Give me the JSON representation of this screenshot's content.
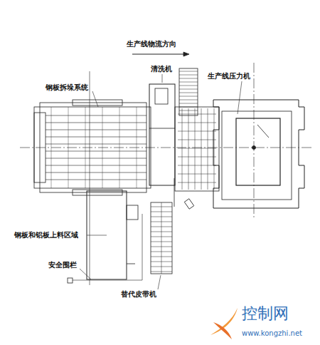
{
  "diagram": {
    "labels": [
      "生产线物流方向",
      "清洗机",
      "生产线压力机",
      "钢板拆垛系统",
      "钢板和铝板上料区域",
      "安全围栏",
      "替代皮带机",
      "控制网",
      "www.kongzhi.net"
    ]
  }
}
